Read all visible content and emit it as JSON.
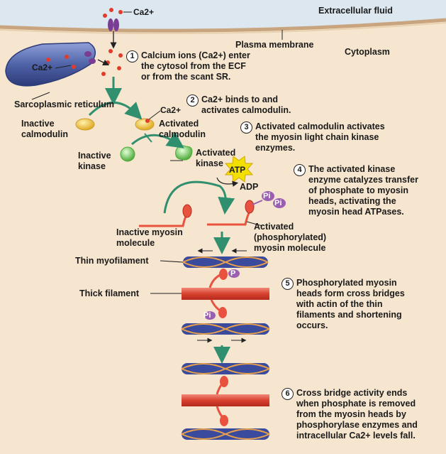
{
  "regions": {
    "extracellular": "Extracellular fluid",
    "plasma_membrane": "Plasma membrane",
    "cytoplasm": "Cytoplasm",
    "sarcoplasmic_reticulum": "Sarcoplasmic reticulum"
  },
  "ions": {
    "ca_top": "Ca2+",
    "ca_sr": "Ca2+",
    "ca_calmodulin": "Ca2+"
  },
  "molecules": {
    "inactive_calmodulin": "Inactive\ncalmodulin",
    "activated_calmodulin": "Activated\ncalmodulin",
    "inactive_kinase": "Inactive\nkinase",
    "activated_kinase": "Activated\nkinase",
    "atp": "ATP",
    "adp": "ADP",
    "pi": "Pi",
    "p": "P",
    "inactive_myosin": "Inactive myosin\nmolecule",
    "activated_myosin": "Activated\n(phosphorylated)\nmyosin molecule",
    "thin_myofilament": "Thin myofilament",
    "thick_filament": "Thick filament"
  },
  "steps": [
    {
      "num": "1",
      "text": "Calcium ions (Ca2+) enter\nthe cytosol from the ECF\nor from the scant SR."
    },
    {
      "num": "2",
      "text": "Ca2+ binds to and\nactivates calmodulin."
    },
    {
      "num": "3",
      "text": "Activated calmodulin activates\nthe myosin light chain kinase\nenzymes."
    },
    {
      "num": "4",
      "text": "The activated kinase\nenzyme catalyzes transfer\nof phosphate to myosin\nheads, activating the\nmyosin head ATPases."
    },
    {
      "num": "5",
      "text": "Phosphorylated myosin\nheads form cross bridges\nwith actin of the thin\nfilaments and shortening\noccurs."
    },
    {
      "num": "6",
      "text": "Cross bridge activity ends\nwhen phosphate is removed\nfrom the myosin heads by\nphosphorylase enzymes and\nintracellular Ca2+ levels fall."
    }
  ],
  "colors": {
    "ecf": "#dce7ef",
    "cytoplasm": "#f7e6cf",
    "membrane": "#c8a57e",
    "sr": "#4f63a8",
    "calcium": "#e23b2a",
    "calmodulin": "#f0c040",
    "kinase": "#7fcf6a",
    "myosin": "#e8523f",
    "actin": "#3a4a9c",
    "phosphate": "#9a5fb0",
    "arrow": "#2f8f6f",
    "atp": "#f4e000"
  }
}
